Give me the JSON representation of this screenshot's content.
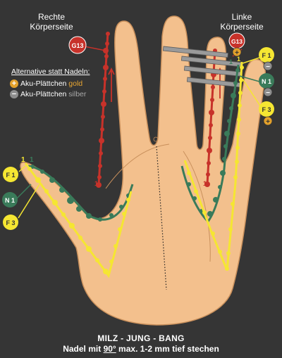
{
  "header": {
    "right_side_line1": "Rechte",
    "right_side_line2": "Körperseite",
    "left_side_line1": "Linke",
    "left_side_line2": "Körperseite"
  },
  "legend": {
    "title": "Alternative statt Nadeln:",
    "gold_prefix": "Aku-Plättchen ",
    "gold_word": "gold",
    "silver_prefix": "Aku-Plättchen ",
    "silver_word": "silber",
    "plus_symbol": "+",
    "minus_symbol": "−"
  },
  "points": {
    "g13": "G13",
    "f1": "F 1",
    "n1": "N 1",
    "f3": "F 3",
    "one": "1",
    "plus": "+",
    "minus": "−"
  },
  "footer": {
    "line1": "MILZ - JUNG - BANG",
    "line2_prefix": "Nadel mit ",
    "line2_angle": "90°",
    "line2_suffix": " max. 1-2 mm tief stechen"
  },
  "colors": {
    "background": "#353535",
    "skin": "#f3c08d",
    "skin_outline": "#c9905c",
    "red_meridian": "#c7322a",
    "green_meridian": "#3a7b5a",
    "yellow_meridian": "#f5e632",
    "gold": "#e3a12b",
    "silver": "#8e8e8e"
  }
}
